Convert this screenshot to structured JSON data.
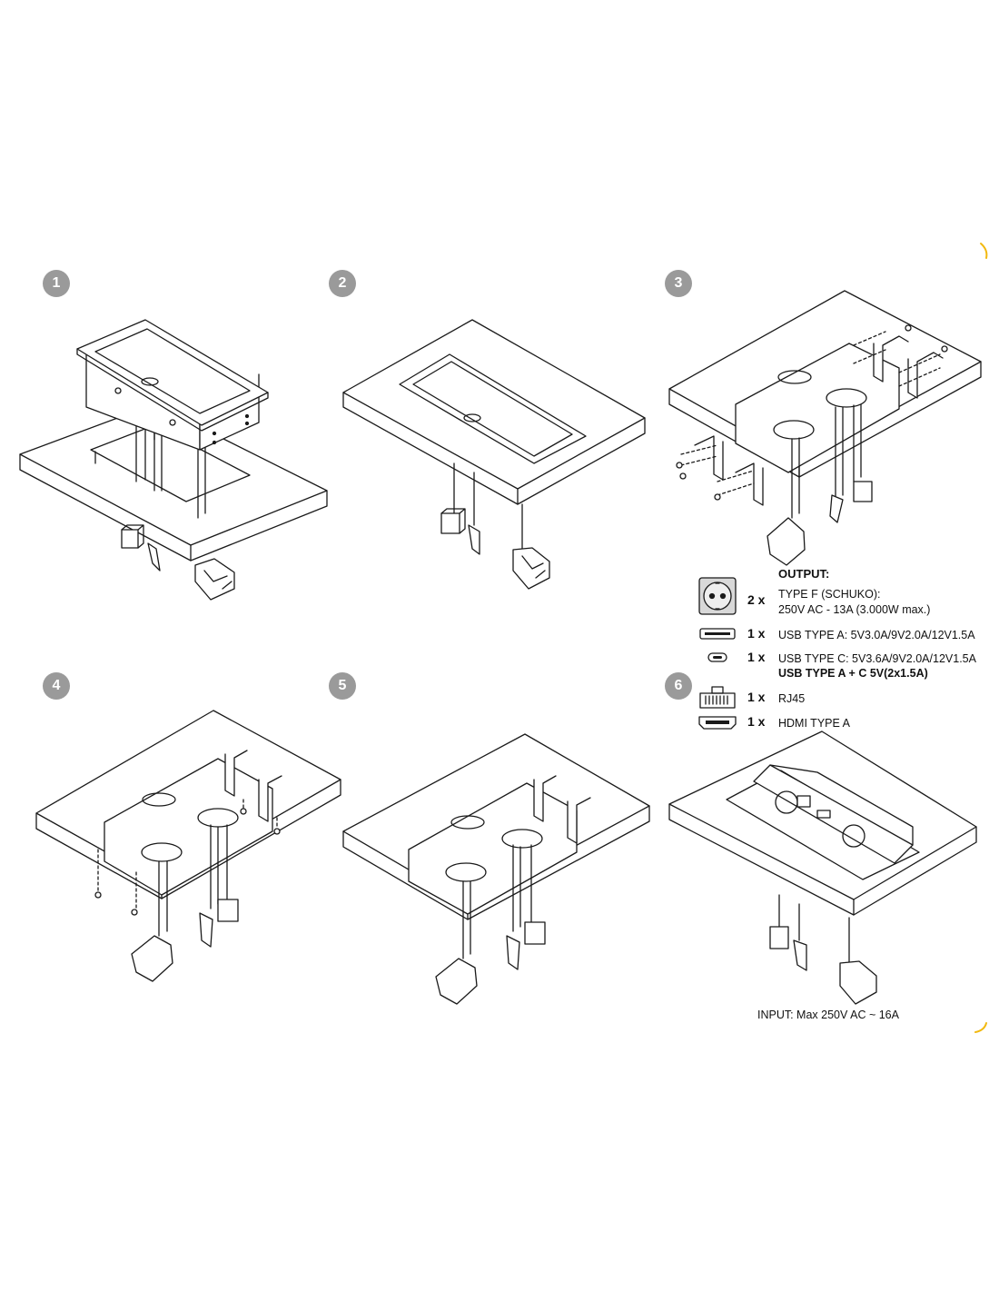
{
  "steps": [
    "1",
    "2",
    "3",
    "4",
    "5",
    "6"
  ],
  "output": {
    "title": "OUTPUT:",
    "items": [
      {
        "qty": "2 x",
        "line1": "TYPE F (SCHUKO):",
        "line2": "250V AC - 13A (3.000W max.)",
        "icon": "schuko-socket-icon"
      },
      {
        "qty": "1 x",
        "line1": "USB TYPE A: 5V3.0A/9V2.0A/12V1.5A",
        "icon": "usb-a-port-icon"
      },
      {
        "qty": "1 x",
        "line1": "USB TYPE C: 5V3.6A/9V2.0A/12V1.5A",
        "line2": "USB TYPE A + C 5V(2x1.5A)",
        "icon": "usb-c-port-icon"
      },
      {
        "qty": "1 x",
        "line1": "RJ45",
        "icon": "rj45-port-icon"
      },
      {
        "qty": "1 x",
        "line1": "HDMI TYPE A",
        "icon": "hdmi-port-icon"
      }
    ]
  },
  "input": {
    "label": "INPUT: Max 250V AC ~ 16A"
  },
  "colors": {
    "badge": "#9a9a9a",
    "line": "#1a1a1a",
    "accent": "#f2b90f"
  }
}
